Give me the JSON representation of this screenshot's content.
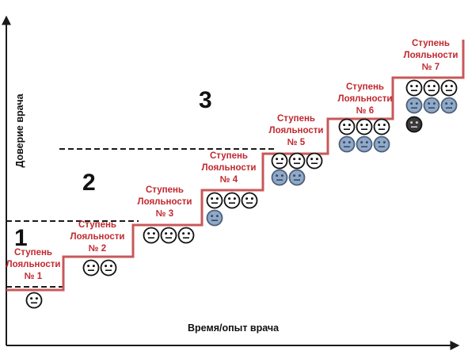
{
  "axes": {
    "x_label": "Время/опыт врача",
    "y_label": "Доверие врача"
  },
  "zones": [
    {
      "label": "1"
    },
    {
      "label": "2"
    },
    {
      "label": "3"
    }
  ],
  "steps": [
    {
      "line1": "Ступень",
      "line2": "Лояльности",
      "line3": "№ 1",
      "faces": [
        {
          "type": "neutral-dark",
          "count": 1
        }
      ]
    },
    {
      "line1": "Ступень",
      "line2": "Лояльности",
      "line3": "№ 2",
      "faces": [
        {
          "type": "neutral-dark",
          "count": 2
        }
      ]
    },
    {
      "line1": "Ступень",
      "line2": "Лояльности",
      "line3": "№ 3",
      "faces": [
        {
          "type": "neutral-dark",
          "count": 3
        }
      ]
    },
    {
      "line1": "Ступень",
      "line2": "Лояльности",
      "line3": "№ 4",
      "faces": [
        {
          "type": "neutral-dark",
          "count": 3
        },
        {
          "type": "neutral-blue",
          "count": 1
        }
      ]
    },
    {
      "line1": "Ступень",
      "line2": "Лояльности",
      "line3": "№ 5",
      "faces": [
        {
          "type": "neutral-dark",
          "count": 3
        },
        {
          "type": "neutral-blue",
          "count": 2
        }
      ]
    },
    {
      "line1": "Ступень",
      "line2": "Лояльности",
      "line3": "№ 6",
      "faces": [
        {
          "type": "neutral-dark",
          "count": 3
        },
        {
          "type": "neutral-blue",
          "count": 3
        }
      ]
    },
    {
      "line1": "Ступень",
      "line2": "Лояльности",
      "line3": "№ 7",
      "faces": [
        {
          "type": "neutral-dark",
          "count": 3
        },
        {
          "type": "neutral-blue",
          "count": 3
        },
        {
          "type": "neutral-filled",
          "count": 1
        }
      ]
    }
  ],
  "colors": {
    "staircase": "#c8585a",
    "step_label": "#c0282e",
    "axis": "#1a1a1a",
    "face_dark": "#111111",
    "face_blue": "#8fa9c9",
    "face_filled": "#3a3a3a"
  }
}
